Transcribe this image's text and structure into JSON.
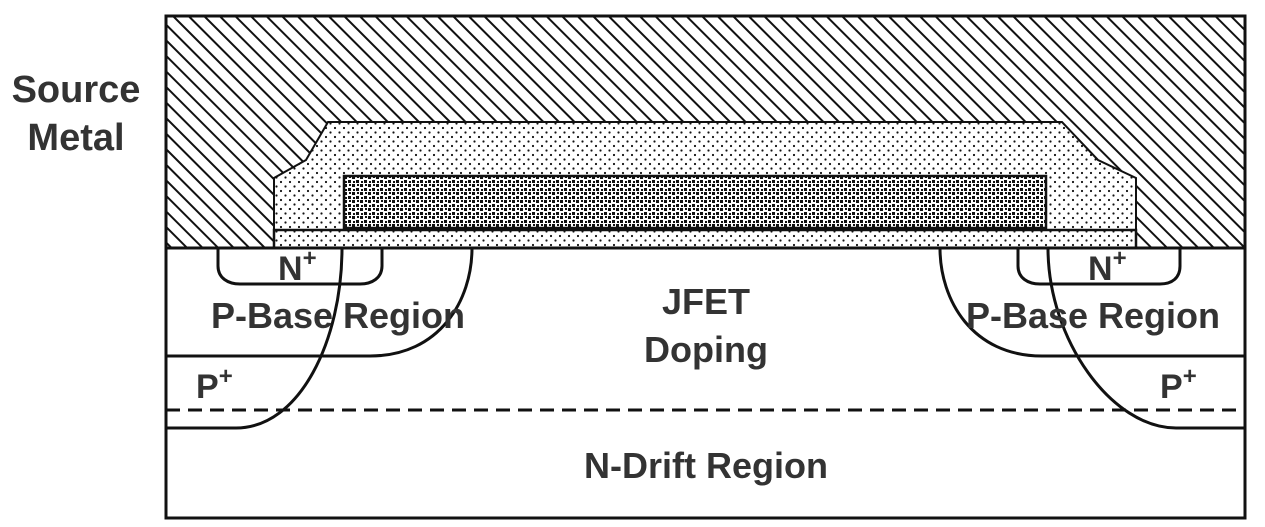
{
  "labels": {
    "source_metal_line1": "Source",
    "source_metal_line2": "Metal",
    "jfet_line1": "JFET",
    "jfet_line2": "Doping",
    "p_base_left": "P-Base Region",
    "p_base_right": "P-Base Region",
    "n_plus_base": "N",
    "n_plus_sup": "+",
    "p_plus_base": "P",
    "p_plus_sup": "+",
    "n_drift": "N-Drift Region"
  }
}
